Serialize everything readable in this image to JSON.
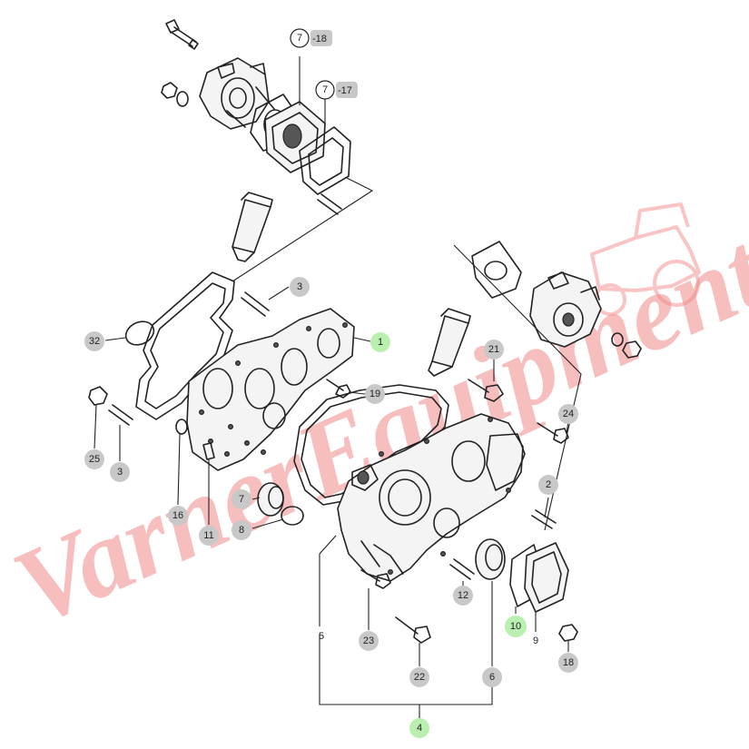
{
  "watermark": {
    "text": "VarnerEquipment",
    "color": "#f28a8a"
  },
  "colors": {
    "callout_gray": "#c8c8c8",
    "callout_green": "#b9f0b0",
    "line": "#222222"
  },
  "callouts": [
    {
      "id": "c1",
      "label": "1",
      "style": "green"
    },
    {
      "id": "c2",
      "label": "2",
      "style": "gray"
    },
    {
      "id": "c3a",
      "label": "3",
      "style": "gray"
    },
    {
      "id": "c3b",
      "label": "3",
      "style": "gray"
    },
    {
      "id": "c4",
      "label": "4",
      "style": "green"
    },
    {
      "id": "c5",
      "label": "5",
      "style": "none"
    },
    {
      "id": "c6",
      "label": "6",
      "style": "gray"
    },
    {
      "id": "c7",
      "label": "7",
      "style": "gray"
    },
    {
      "id": "c8",
      "label": "8",
      "style": "gray"
    },
    {
      "id": "c9",
      "label": "9",
      "style": "none"
    },
    {
      "id": "c10",
      "label": "10",
      "style": "green"
    },
    {
      "id": "c11",
      "label": "11",
      "style": "gray"
    },
    {
      "id": "c12",
      "label": "12",
      "style": "gray"
    },
    {
      "id": "c16",
      "label": "16",
      "style": "gray"
    },
    {
      "id": "c18",
      "label": "18",
      "style": "gray"
    },
    {
      "id": "c19",
      "label": "19",
      "style": "gray"
    },
    {
      "id": "c21",
      "label": "21",
      "style": "gray"
    },
    {
      "id": "c22",
      "label": "22",
      "style": "gray"
    },
    {
      "id": "c23",
      "label": "23",
      "style": "gray"
    },
    {
      "id": "c24",
      "label": "24",
      "style": "gray"
    },
    {
      "id": "c25",
      "label": "25",
      "style": "gray"
    },
    {
      "id": "c32",
      "label": "32",
      "style": "gray"
    }
  ],
  "references": [
    {
      "id": "r18",
      "num": "7",
      "suffix": "-18"
    },
    {
      "id": "r17",
      "num": "7",
      "suffix": "-17"
    }
  ]
}
